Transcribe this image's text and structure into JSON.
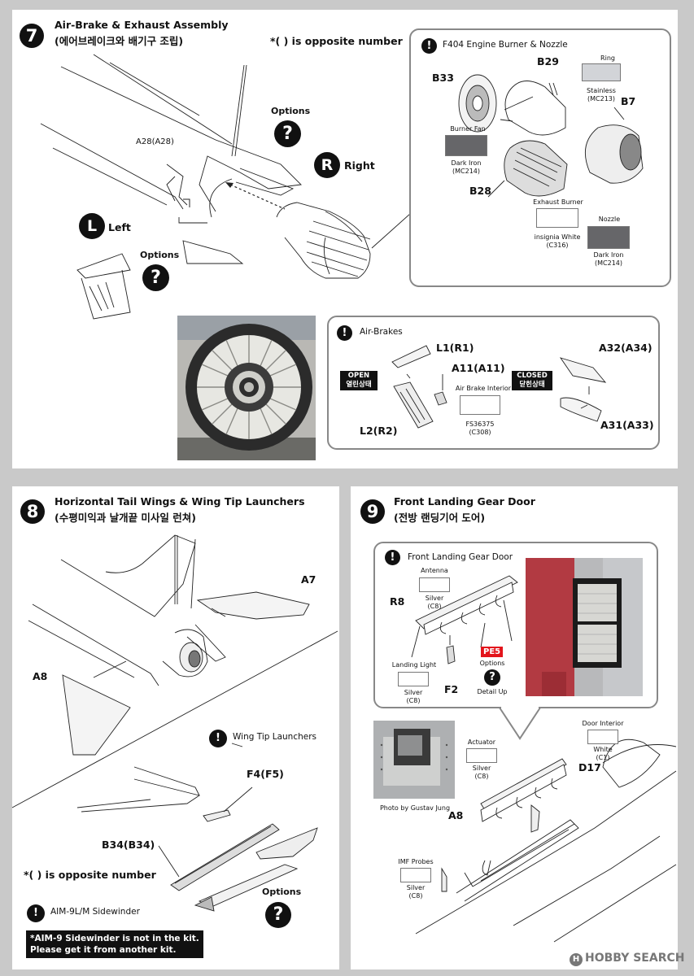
{
  "step7": {
    "number": "7",
    "title": "Air-Brake & Exhaust Assembly",
    "subtitle": "(에어브레이크와 배기구 조립)",
    "opposite_note": "*(   ) is opposite number",
    "label_a28": "A28(A28)",
    "options1": "Options",
    "options2": "Options",
    "right_letter": "R",
    "right_label": "Right",
    "left_letter": "L",
    "left_label": "Left",
    "q": "?",
    "engine_callout": {
      "excl": "!",
      "title": "F404 Engine Burner & Nozzle",
      "b33": "B33",
      "b29": "B29",
      "b7": "B7",
      "b28": "B28",
      "ring_label": "Ring",
      "ring_color": "Stainless",
      "ring_code": "(MC213)",
      "burner_fan_label": "Burner Fan",
      "burner_fan_color": "Dark Iron",
      "burner_fan_code": "(MC214)",
      "exhaust_label": "Exhaust Burner",
      "exhaust_color": "insignia White",
      "exhaust_code": "(C316)",
      "nozzle_label": "Nozzle",
      "nozzle_color": "Dark Iron",
      "nozzle_code": "(MC214)",
      "swatch_stainless": "#d2d4d8",
      "swatch_dark_iron": "#666669",
      "swatch_white": "#ffffff"
    },
    "airbrake_callout": {
      "excl": "!",
      "title": "Air-Brakes",
      "l1": "L1(R1)",
      "a11": "A11(A11)",
      "l2": "L2(R2)",
      "a32": "A32(A34)",
      "a31": "A31(A33)",
      "open_en": "OPEN",
      "open_ko": "열린상태",
      "closed_en": "CLOSED",
      "closed_ko": "닫힌상태",
      "interior_label": "Air Brake Interior",
      "interior_code1": "FS36375",
      "interior_code2": "(C308)",
      "swatch_interior": "#ffffff"
    }
  },
  "step8": {
    "number": "8",
    "title": "Horizontal Tail Wings & Wing Tip Launchers",
    "subtitle": "(수평미익과 날개끝 미사일 런쳐)",
    "a7": "A7",
    "a8": "A8",
    "f4": "F4(F5)",
    "b34": "B34(B34)",
    "wingtip_excl": "!",
    "wingtip_label": "Wing Tip Launchers",
    "opposite_note": "*(   ) is opposite number",
    "aim_excl": "!",
    "aim_label": "AIM-9L/M Sidewinder",
    "options": "Options",
    "q": "?",
    "note_line1": "*AIM-9 Sidewinder is not in the kit.",
    "note_line2": "Please get it from another kit."
  },
  "step9": {
    "number": "9",
    "title": "Front Landing Gear Door",
    "subtitle": "(전방 랜딩기어 도어)",
    "callout_excl": "!",
    "callout_title": "Front Landing Gear Door",
    "antenna_label": "Antenna",
    "antenna_color": "Silver",
    "antenna_code": "(C8)",
    "r8": "R8",
    "landing_light_label": "Landing Light",
    "landing_light_color": "Silver",
    "landing_light_code": "(C8)",
    "f2": "F2",
    "pe5": "PE5",
    "pe_options": "Options",
    "detail_up": "Detail Up",
    "q": "?",
    "photo_credit": "Photo by Gustav Jung",
    "actuator_label": "Actuator",
    "actuator_color": "Silver",
    "actuator_code": "(C8)",
    "door_interior_label": "Door Interior",
    "door_interior_color": "White",
    "door_interior_code": "(C1)",
    "d17": "D17",
    "a8": "A8",
    "imf_label": "IMF Probes",
    "imf_color": "Silver",
    "imf_code": "(C8)",
    "swatch_silver": "#ffffff"
  },
  "watermark": "HOBBY SEARCH",
  "watermark_mark": "H"
}
